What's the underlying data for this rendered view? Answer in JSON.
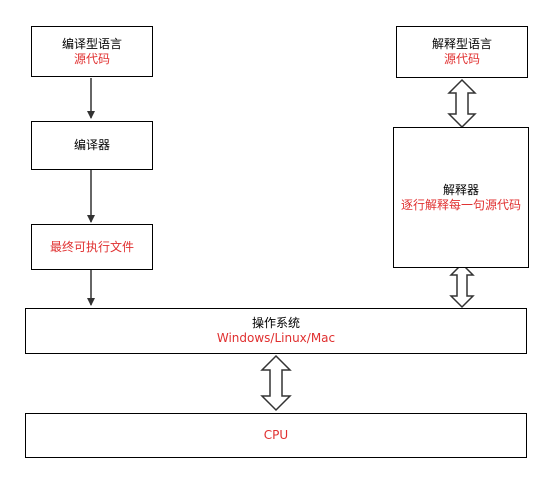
{
  "colors": {
    "red": "#e03030",
    "black": "#000000",
    "stroke": "#000000"
  },
  "boxes": {
    "compiled_lang": {
      "title": "编译型语言",
      "sub": "源代码"
    },
    "compiler": {
      "title": "编译器"
    },
    "executable": {
      "title": "最终可执行文件"
    },
    "interpreted_lang": {
      "title": "解释型语言",
      "sub": "源代码"
    },
    "interpreter": {
      "title": "解释器",
      "sub": "逐行解释每一句源代码"
    },
    "os": {
      "title": "操作系统",
      "sub": "Windows/Linux/Mac"
    },
    "cpu": {
      "title": "CPU"
    }
  }
}
